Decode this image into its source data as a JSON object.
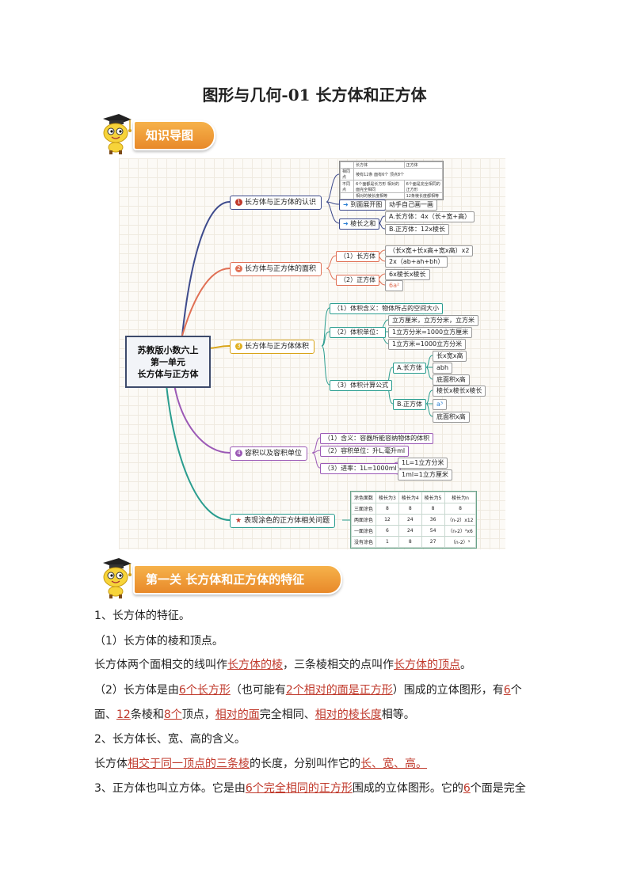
{
  "title": "图形与几何-01 长方体和正方体",
  "banner1": "知识导图",
  "banner2": "第一关  长方体和正方体的特征",
  "colors": {
    "red": "#c0392b",
    "t1": "#3d4a8c",
    "t2": "#e07055",
    "t3": "#e0b020",
    "t4": "#9b59b6",
    "t5": "#2a9d8f"
  },
  "mindmap": {
    "central": [
      "苏教版小数六上",
      "第一单元",
      "长方体与正方体"
    ],
    "topics": [
      {
        "num": "1",
        "label": "长方体与正方体的认识"
      },
      {
        "num": "2",
        "label": "长方体与正方体的面积"
      },
      {
        "num": "3",
        "label": "长方体与正方体体积"
      },
      {
        "num": "4",
        "label": "容积以及容积单位"
      },
      {
        "num": "★",
        "label": "表现涂色的正方体相关问题"
      }
    ],
    "t1": {
      "mini_table": [
        [
          "",
          "长方体",
          "正方体"
        ],
        [
          "相同点",
          "棱有12条 面有6个 顶点8个",
          ""
        ],
        [
          "不同点",
          "6个面都是长方形 相对的面完全相同",
          "6个面是完全相同的正方形"
        ],
        [
          "",
          "相对的棱长度相等",
          "12条棱长度都相等"
        ]
      ],
      "unfold": "到面展开图",
      "unfold_sub": "动手自己画一画",
      "edge_sum": "棱长之和",
      "edge_a": "A.长方体：4x（长+宽+高）",
      "edge_b": "B.正方体：12x棱长"
    },
    "t2": {
      "cuboid": "（1）长方体",
      "cuboid_f1": "（长x宽+长x高+宽x高）x2",
      "cuboid_f2": "2x（ab+ah+bh）",
      "cube": "（2）正方体",
      "cube_f1": "6x棱长x棱长",
      "cube_f2": "6a²"
    },
    "t3": {
      "meaning": "（1）体积含义：物体所占的空间大小",
      "unit": "（2）体积单位：",
      "unit_1": "立方厘米，立方分米，立方米",
      "unit_2": "1立方分米=1000立方厘米",
      "unit_3": "1立方米=1000立方分米",
      "formula": "（3）体积计算公式",
      "a": "A.长方体",
      "a1": "长x宽x高",
      "a2": "abh",
      "a3": "底面积x高",
      "b": "B.正方体",
      "b1": "棱长x棱长x棱长",
      "b2": "a³",
      "b3": "底面积x高"
    },
    "t4": {
      "meaning": "（1）含义：容器所能容纳物体的体积",
      "unit": "（2）容积单位：升L,毫升ml",
      "rate": "（3）进率：1L=1000ml",
      "r1": "1L=1立方分米",
      "r2": "1ml=1立方厘米"
    },
    "t5": {
      "headers": [
        "涂色面数",
        "棱长为3",
        "棱长为4",
        "棱长为5",
        "棱长为n"
      ],
      "rows": [
        [
          "三面涂色",
          "8",
          "8",
          "8",
          "8"
        ],
        [
          "两面涂色",
          "12",
          "24",
          "36",
          "（n-2）x12"
        ],
        [
          "一面涂色",
          "6",
          "24",
          "54",
          "（n-2）²x6"
        ],
        [
          "没有涂色",
          "1",
          "8",
          "27",
          "（n-2）³"
        ]
      ]
    }
  },
  "text": {
    "l1": "1、长方体的特征。",
    "l2": "（1）长方体的棱和顶点。",
    "l3": [
      "长方体两个面相交的线叫作",
      "长方体的棱",
      "，三条棱相交的点叫作",
      "长方体的顶点",
      "。"
    ],
    "l4": [
      "（2）长方体是由",
      "6个长方形",
      "（也可能有",
      "2个相对的面是正方形",
      "）围成的立体图形，有",
      "6",
      "个"
    ],
    "l5": [
      "面、",
      "12",
      "条棱和",
      "8个",
      "顶点，",
      "相对的面",
      "完全相同、",
      "相对的棱长度",
      "相等。"
    ],
    "l6": "2、长方体长、宽、高的含义。",
    "l7": [
      "长方体",
      "相交于同一顶点的三条棱",
      "的长度，分别叫作它的",
      "长、宽、高。"
    ],
    "l8": [
      "3、正方体也叫立方体。它是由",
      "6个完全相同的正方形",
      "围成的立体图形。它的",
      "6",
      "个面是完全"
    ]
  }
}
